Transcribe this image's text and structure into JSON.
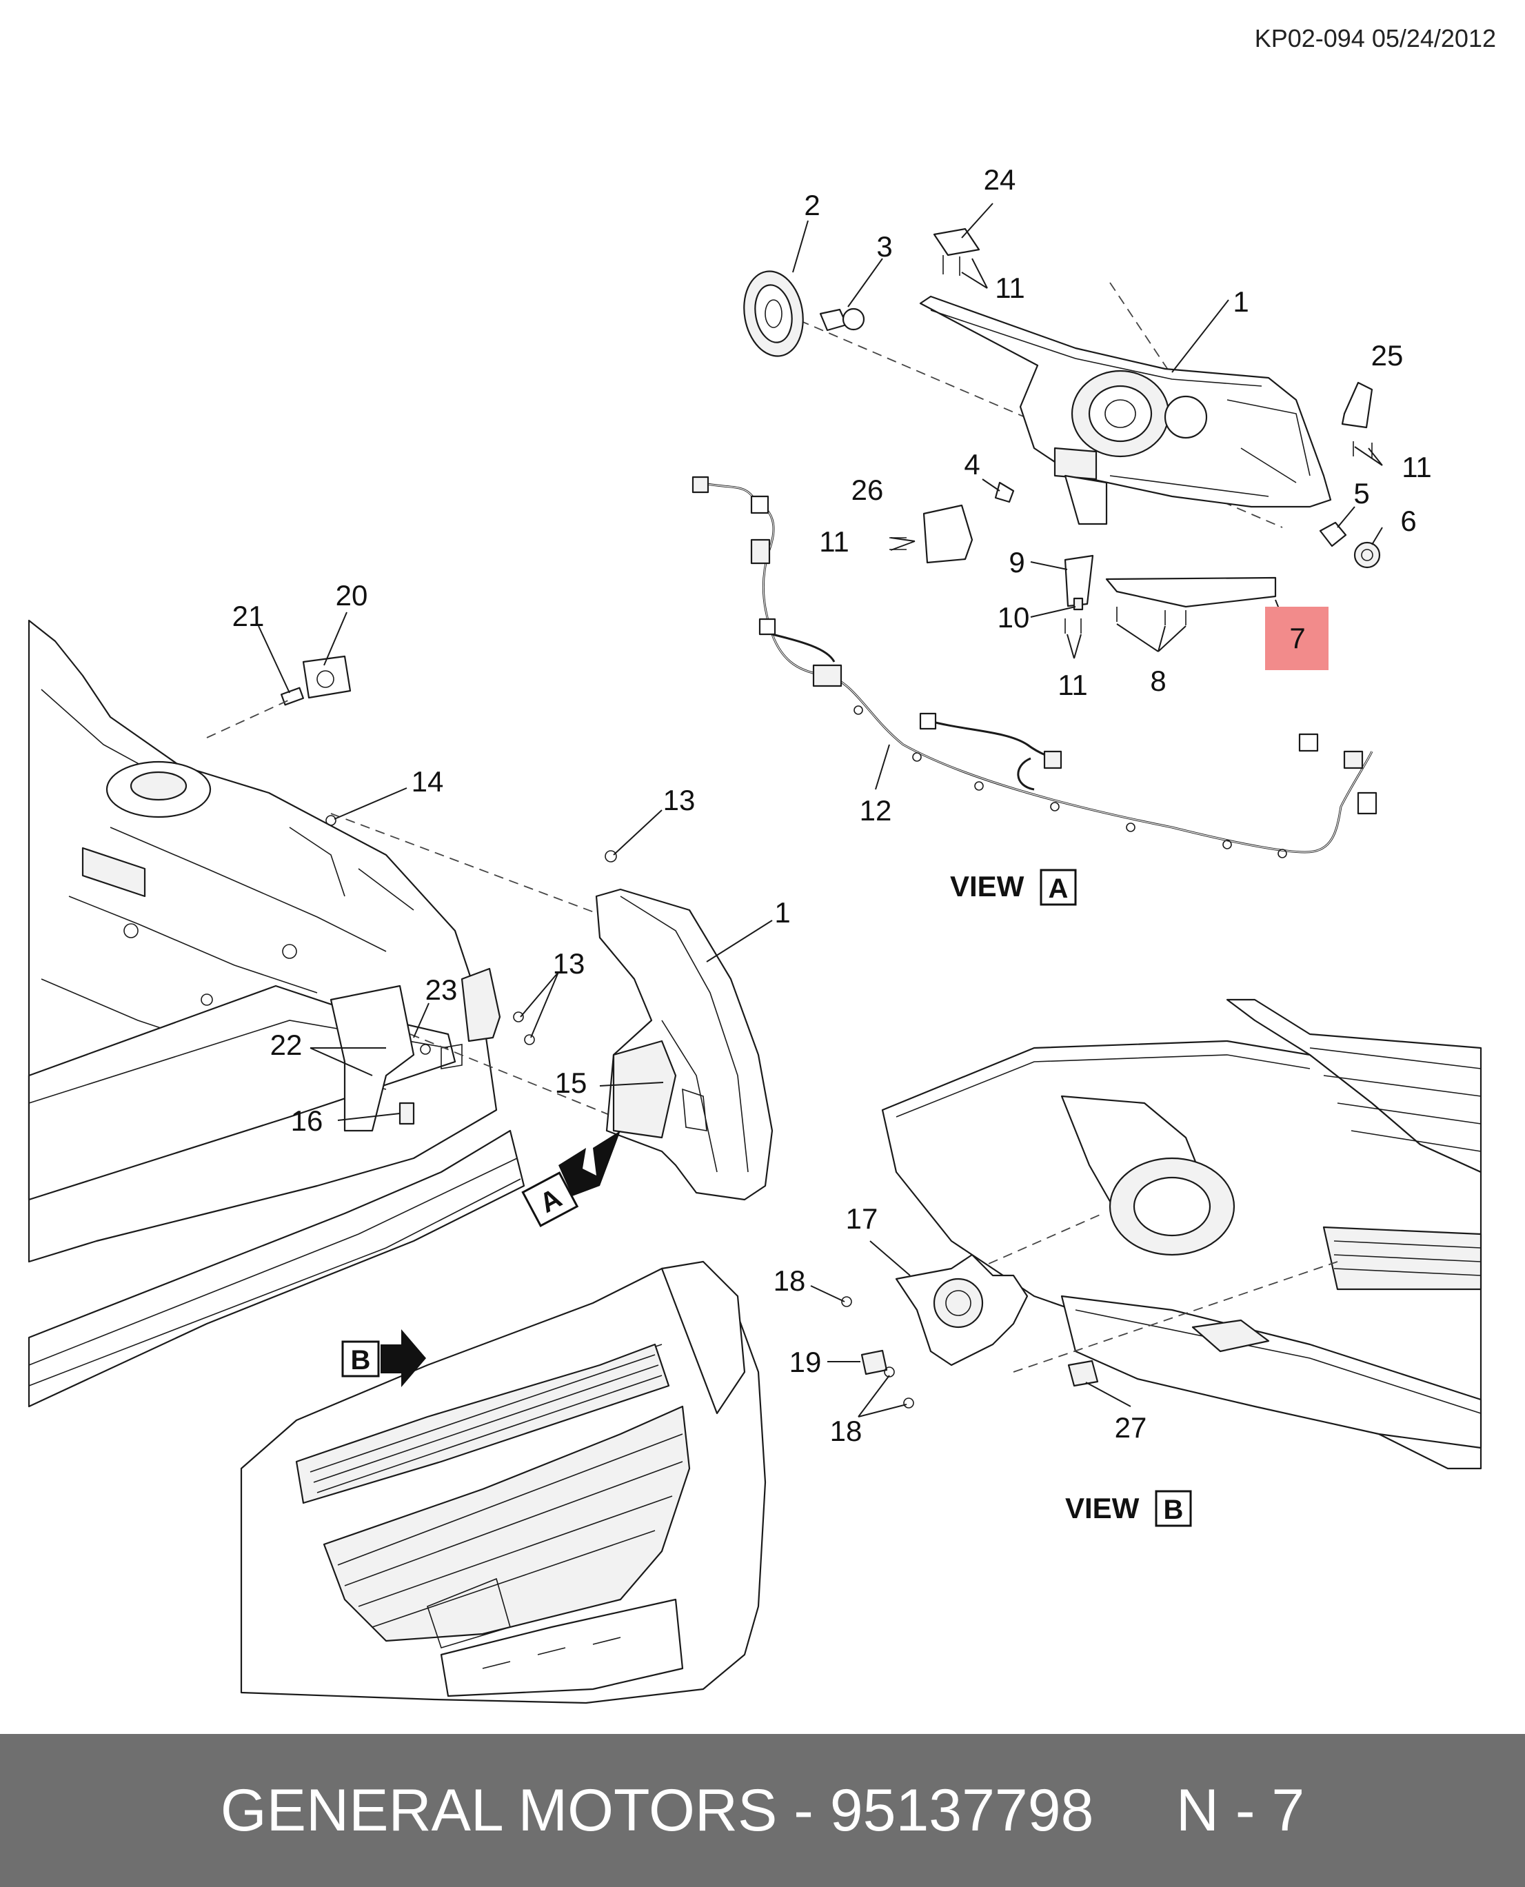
{
  "header": {
    "drawing_code": "KP02-094 05/24/2012"
  },
  "callouts": [
    "1",
    "2",
    "3",
    "4",
    "5",
    "6",
    "7",
    "8",
    "9",
    "10",
    "11",
    "12",
    "13",
    "14",
    "15",
    "16",
    "17",
    "18",
    "19",
    "20",
    "21",
    "22",
    "23",
    "24",
    "25",
    "26",
    "27"
  ],
  "highlighted_callout": "7",
  "highlight_color": "#f28b8b",
  "views": {
    "a": {
      "label": "VIEW",
      "letter": "A"
    },
    "b": {
      "label": "VIEW",
      "letter": "B"
    }
  },
  "footer": {
    "brand": "GENERAL MOTORS",
    "separator": "-",
    "part_number": "95137798",
    "ref_label": "N - 7"
  }
}
